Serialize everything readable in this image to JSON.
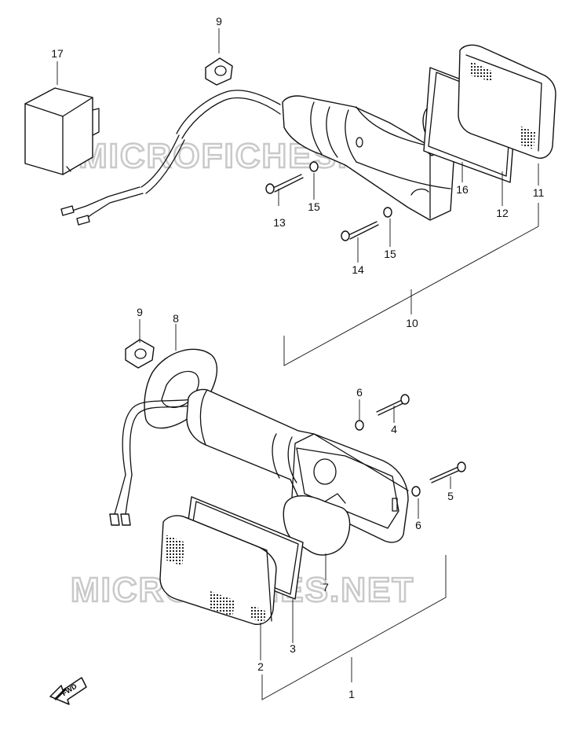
{
  "watermarks": [
    "MICROFICHES.NET",
    "MICROFICHES.NET"
  ],
  "direction_arrow": {
    "label": "FWD"
  },
  "callouts": {
    "c1": "1",
    "c2": "2",
    "c3": "3",
    "c4": "4",
    "c5": "5",
    "c6a": "6",
    "c6b": "6",
    "c7": "7",
    "c8": "8",
    "c9a": "9",
    "c9b": "9",
    "c10": "10",
    "c11": "11",
    "c12": "12",
    "c13": "13",
    "c14": "14",
    "c15a": "15",
    "c15b": "15",
    "c16": "16",
    "c17": "17"
  }
}
